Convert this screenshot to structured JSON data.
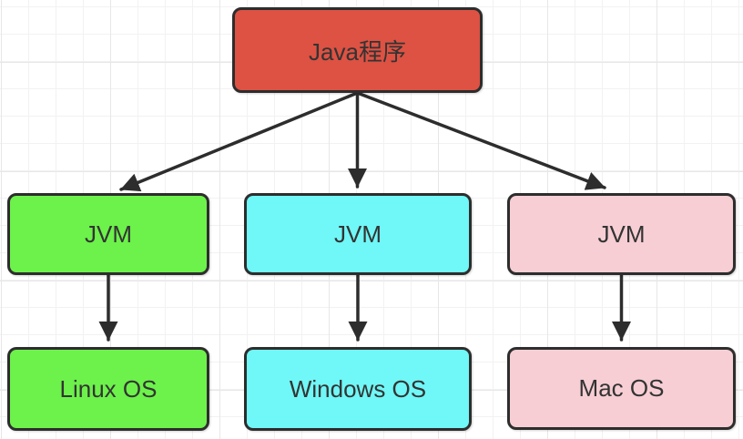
{
  "diagram": {
    "nodes": {
      "java_program": {
        "label": "Java程序",
        "fill": "#dd5243"
      },
      "jvm_linux": {
        "label": "JVM",
        "fill": "#6cf24a"
      },
      "jvm_windows": {
        "label": "JVM",
        "fill": "#70f7f7"
      },
      "jvm_mac": {
        "label": "JVM",
        "fill": "#f6ced4"
      },
      "linux_os": {
        "label": "Linux OS",
        "fill": "#6cf24a"
      },
      "windows_os": {
        "label": "Windows OS",
        "fill": "#70f7f7"
      },
      "mac_os": {
        "label": "Mac OS",
        "fill": "#f6ced4"
      }
    },
    "edges": [
      {
        "from": "java_program",
        "to": "jvm_linux"
      },
      {
        "from": "java_program",
        "to": "jvm_windows"
      },
      {
        "from": "java_program",
        "to": "jvm_mac"
      },
      {
        "from": "jvm_linux",
        "to": "linux_os"
      },
      {
        "from": "jvm_windows",
        "to": "windows_os"
      },
      {
        "from": "jvm_mac",
        "to": "mac_os"
      }
    ],
    "colors": {
      "border": "#2d2d2d",
      "arrow": "#2d2d2d",
      "text": "#333333",
      "background": "#ffffff",
      "grid_minor": "#f2f2f2",
      "grid_major": "#e7e7e7"
    }
  }
}
